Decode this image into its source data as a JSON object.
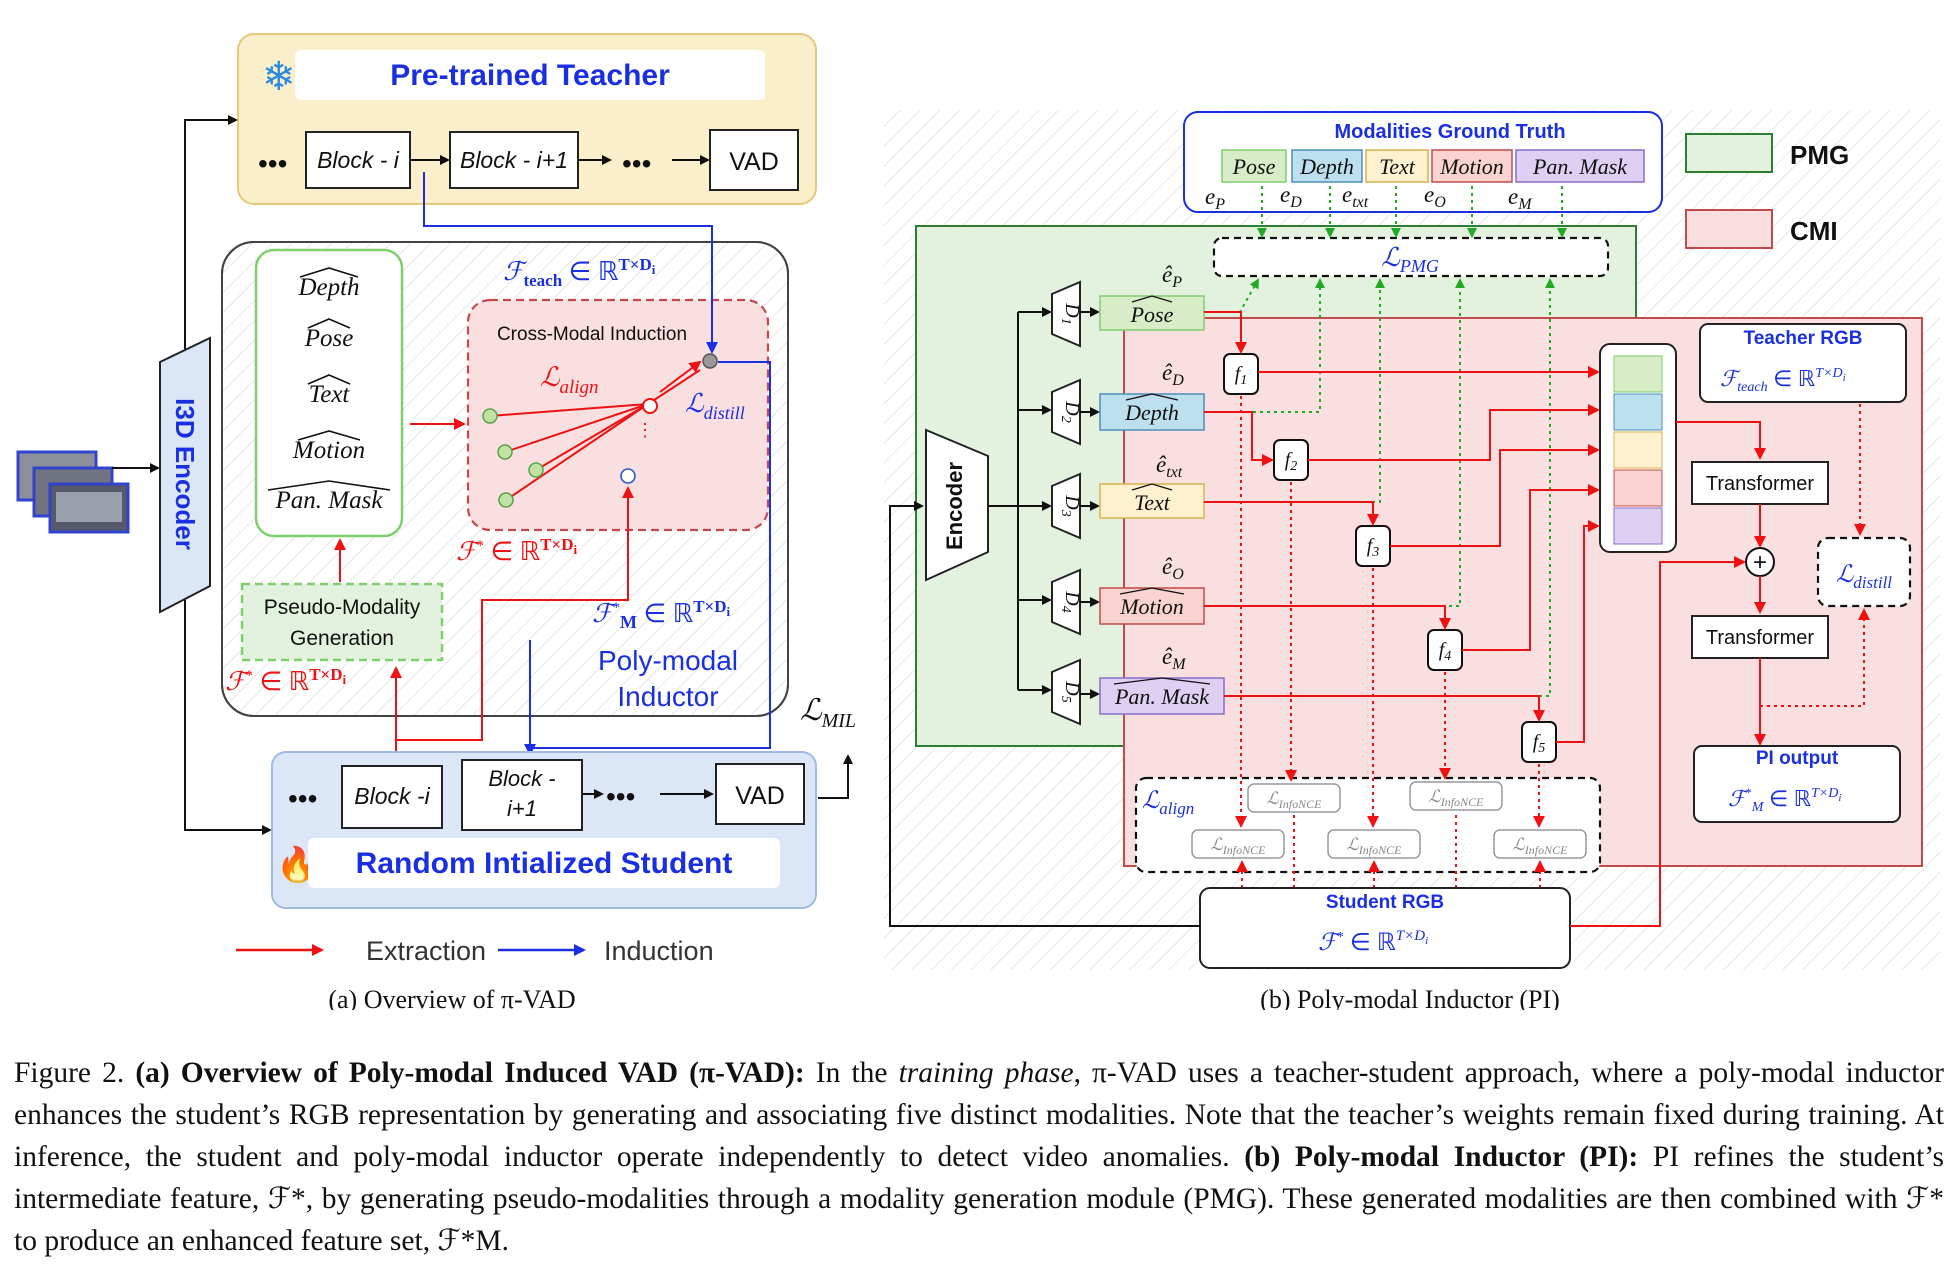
{
  "panel_a": {
    "teacher_title": "Pre-trained Teacher",
    "teacher_blocks": [
      "Block - i",
      "Block - i+1"
    ],
    "vad": "VAD",
    "ellipsis": "•••",
    "encoder": "I3D Encoder",
    "modalities_hat": [
      "Depth",
      "Pose",
      "Text",
      "Motion",
      "Pan. Mask"
    ],
    "pmg_box": "Pseudo-Modality Generation",
    "cmi_title": "Cross-Modal Induction",
    "l_align": "ℒalign",
    "l_distill": "ℒdistill",
    "f_teach": "ℱteach ∈ ℝT×Di",
    "f_star": "ℱ* ∈ ℝT×Di",
    "f_star_m": "ℱ*M ∈ ℝT×Di",
    "poly_modal_inductor": "Poly-modal Inductor",
    "l_mil": "ℒMIL",
    "student_blocks": [
      "Block -i",
      "Block - i+1"
    ],
    "student_title": "Random Intialized Student",
    "legend_extraction": "Extraction",
    "legend_induction": "Induction",
    "subcaption": "(a) Overview of π-VAD"
  },
  "panel_b": {
    "gt_title": "Modalities Ground Truth",
    "gt_labels": [
      "Pose",
      "Depth",
      "Text",
      "Motion",
      "Pan. Mask"
    ],
    "gt_embed": [
      "eP",
      "eD",
      "etxt",
      "eO",
      "eM"
    ],
    "legend_pmg": "PMG",
    "legend_cmi": "CMI",
    "l_pmg": "ℒPMG",
    "encoder": "Encoder",
    "decoders": [
      "D1",
      "D2",
      "D3",
      "D4",
      "D5"
    ],
    "pseudo_labels": [
      "Pose",
      "Depth",
      "Text",
      "Motion",
      "Pan. Mask"
    ],
    "pseudo_embed": [
      "êP",
      "êD",
      "êtxt",
      "êO",
      "êM"
    ],
    "fusion": [
      "f1",
      "f2",
      "f3",
      "f4",
      "f5"
    ],
    "teacher_rgb": "Teacher RGB",
    "teacher_feat": "ℱteach ∈ ℝT×Di",
    "transformer": "Transformer",
    "l_distill": "ℒdistill",
    "pi_output": "PI output",
    "pi_feat": "ℱ*M ∈ ℝT×Di",
    "l_align": "ℒalign",
    "l_infonce": "ℒInfoNCE",
    "student_rgb": "Student RGB",
    "student_feat": "ℱ* ∈ ℝT×Di",
    "subcaption": "(b) Poly-modal Inductor (PI)"
  },
  "caption": {
    "figure_label": "Figure 2.",
    "part_a_label": "(a) Overview of Poly-modal Induced VAD (π-VAD):",
    "part_a_text_1": "In the",
    "part_a_italic": "training phase",
    "part_a_text_2": ", π-VAD uses a teacher-student approach, where a poly-modal inductor enhances the student’s RGB representation by generating and associating five distinct modalities. Note that the teacher’s weights remain fixed during training. At inference, the student and poly-modal inductor operate independently to detect video anomalies.",
    "part_b_label": "(b) Poly-modal Inductor (PI):",
    "part_b_text": "PI refines the student’s intermediate feature, ℱ*, by generating pseudo-modalities through a modality generation module (PMG). These generated modalities are then combined with ℱ* to produce an enhanced feature set, ℱ*M."
  },
  "colors": {
    "teacher_bg": "#fbeecb",
    "student_bg": "#dbe7f7",
    "pmg_bg": "#e3f1df",
    "cmi_bg": "#f9dfdf",
    "blue_text": "#1a2fe0",
    "red": "#ee1111",
    "pose": "#d8ecc8",
    "depth": "#bde0ef",
    "text": "#fdf1cf",
    "motion": "#f8d3cf",
    "mask": "#ddd0f2"
  }
}
